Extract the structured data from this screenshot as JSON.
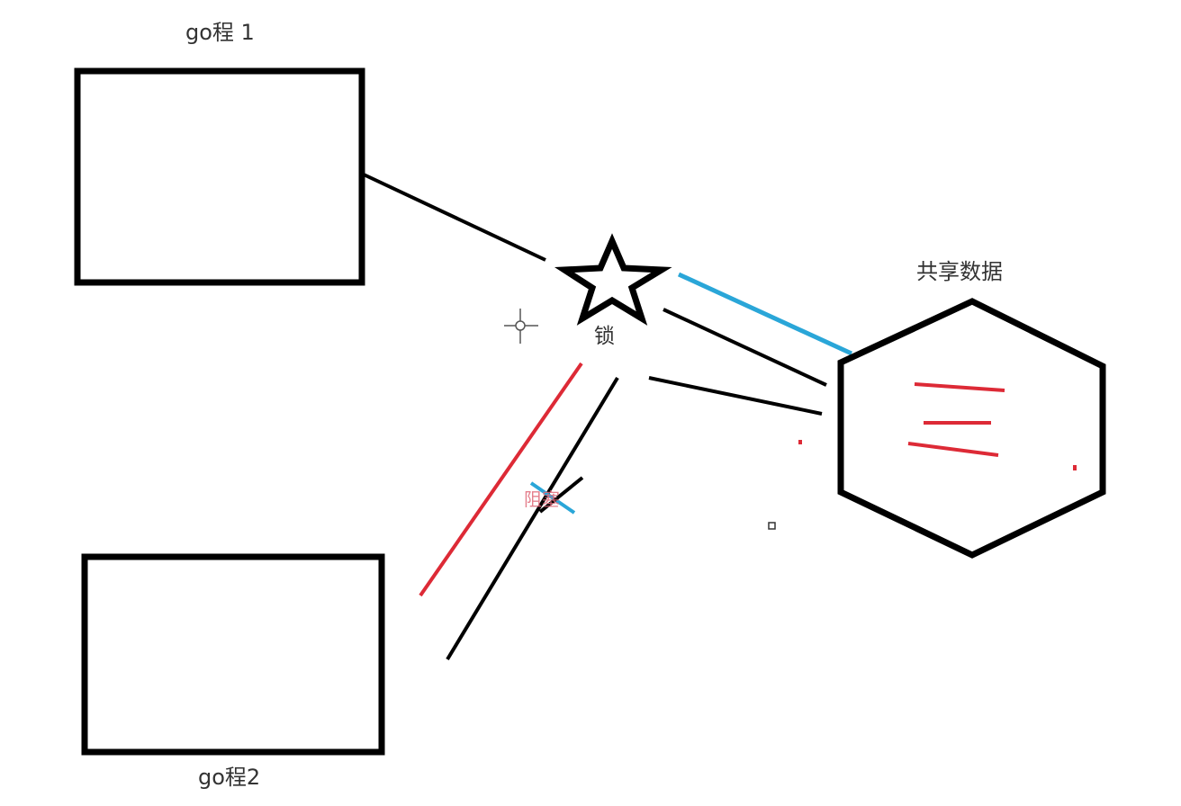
{
  "labels": {
    "goroutine1": "go程 1",
    "goroutine2": "go程2",
    "lock": "锁",
    "shared_data": "共享数据",
    "blocked": "阻塞"
  },
  "colors": {
    "stroke": "#000000",
    "blue": "#2aa6d8",
    "red": "#dd2a36",
    "text": "#333333",
    "background": "#ffffff"
  },
  "icons": {
    "lock": "star-icon",
    "cursor": "crosshair-cursor-icon"
  }
}
